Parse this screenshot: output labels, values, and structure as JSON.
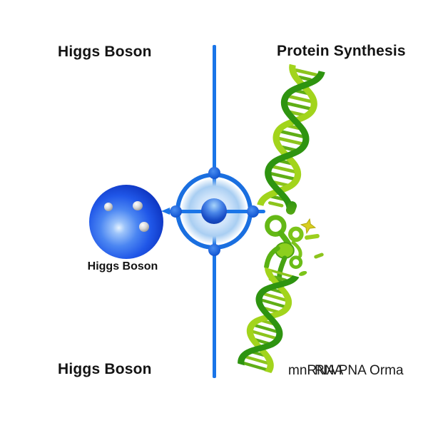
{
  "page": {
    "background": "#ffffff"
  },
  "left_panel": {
    "title": "Higgs Boson",
    "sphere_label": "Higgs Boson",
    "footer_label": "Higgs Boson",
    "illustration": "blue-higgs-boson-sphere"
  },
  "center": {
    "divider": "vertical-blue-line",
    "illustration": "atom-target-crosshair"
  },
  "right_panel": {
    "title": "Protein Synthesis",
    "caption": {
      "base": "mnRNA PNA Orma",
      "overlay": "RNA"
    },
    "illustrations": [
      "dna-double-helix-top",
      "trna-molecule",
      "amino-acid-star",
      "dna-double-helix-bottom"
    ]
  },
  "colors": {
    "accent_blue": "#1a75e8",
    "sphere_blue": "#2057e8",
    "sphere_blue_dark": "#0a23a0",
    "glow_blue": "#a9cef2",
    "dna_green_dark": "#2e9410",
    "dna_green_light": "#a2d41c",
    "rung_green": "#5fae16",
    "star_yellow": "#d8cd1f",
    "text_black": "#131313"
  }
}
